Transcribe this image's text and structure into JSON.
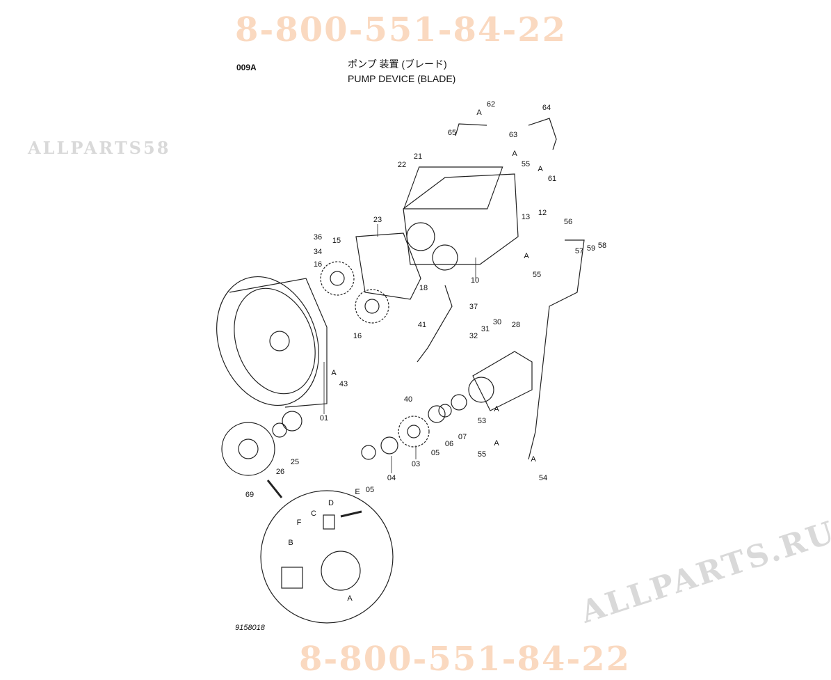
{
  "header": {
    "code": "009A",
    "title_jp": "ポンプ 装置 (ブレード)",
    "title_en": "PUMP  DEVICE (BLADE)"
  },
  "watermarks": {
    "phone_1": "8-800-551-84-22",
    "phone_2": "8-800-551-84-22",
    "brand": "ALLPARTS.RU",
    "brand_center": "ALLPARTS58"
  },
  "labels": [
    "62",
    "64",
    "65",
    "63",
    "A",
    "A",
    "55",
    "21",
    "22",
    "A",
    "61",
    "12",
    "13",
    "23",
    "56",
    "36",
    "34",
    "15",
    "59",
    "58",
    "57",
    "16",
    "A",
    "55",
    "10",
    "18",
    "37",
    "16",
    "41",
    "30",
    "31",
    "32",
    "28",
    "A",
    "43",
    "40",
    "01",
    "53",
    "A",
    "05",
    "06",
    "07",
    "A",
    "55",
    "A",
    "54",
    "03",
    "04",
    "05",
    "26",
    "25",
    "69",
    "E",
    "D",
    "C",
    "F",
    "B",
    "A"
  ],
  "document_number": "9158018"
}
